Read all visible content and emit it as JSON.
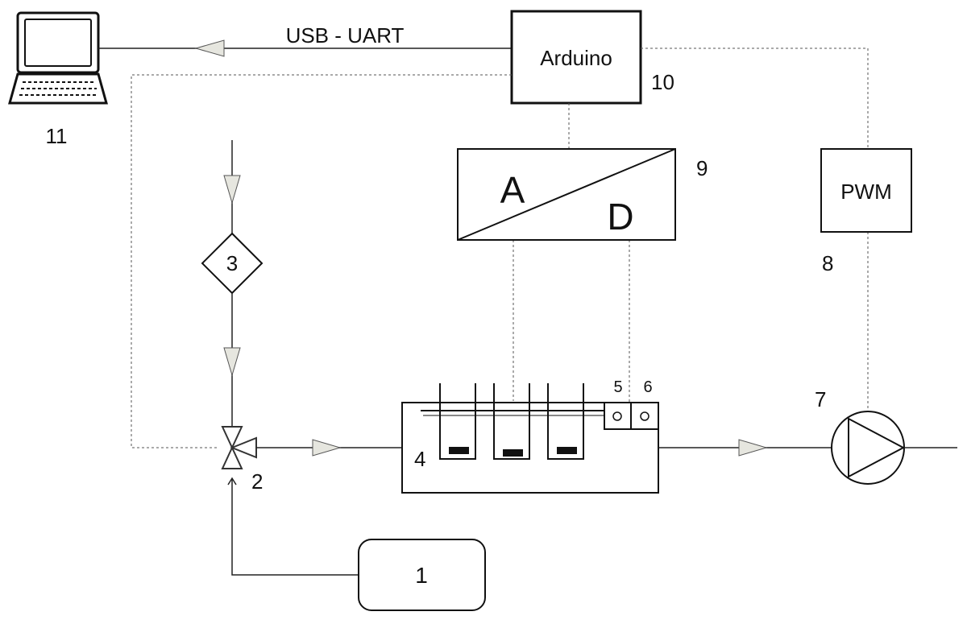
{
  "link_label": "USB - UART",
  "arduino_label": "Arduino",
  "adc": {
    "a": "A",
    "d": "D"
  },
  "pwm_label": "PWM",
  "flowmeter_label": "3",
  "reservoir_label": "1",
  "numbers": {
    "n2": "2",
    "n4": "4",
    "n5": "5",
    "n6": "6",
    "n7": "7",
    "n8": "8",
    "n9": "9",
    "n10": "10",
    "n11": "11"
  }
}
